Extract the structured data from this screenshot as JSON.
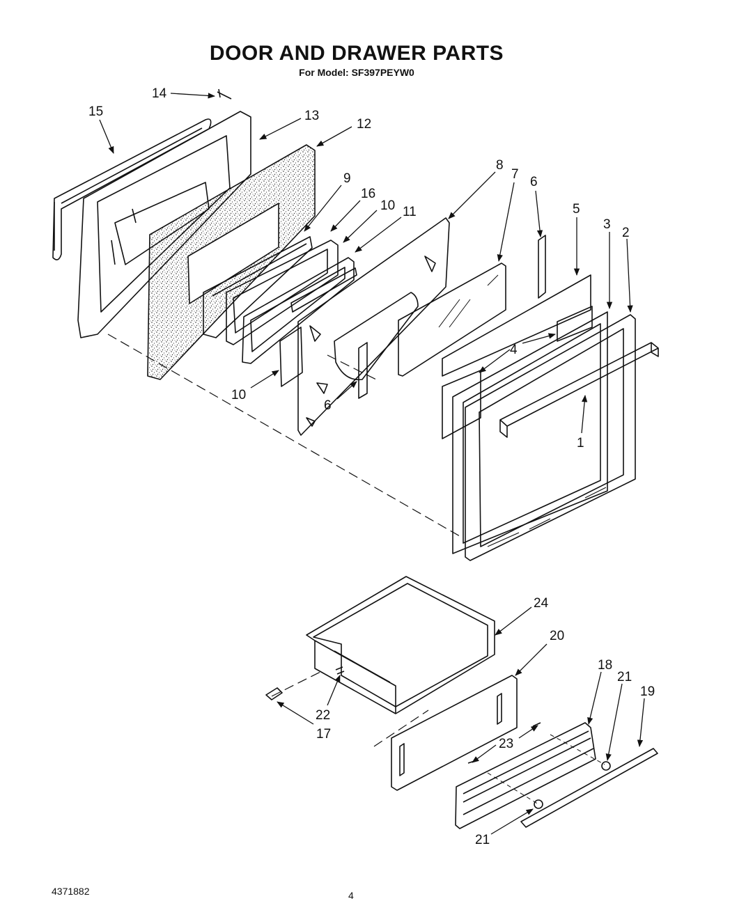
{
  "header": {
    "title": "DOOR AND DRAWER PARTS",
    "subtitle": "For Model: SF397PEYW0"
  },
  "footer": {
    "doc_number": "4371882",
    "page_number": "4"
  },
  "callouts": [
    {
      "id": "c14",
      "text": "14"
    },
    {
      "id": "c15",
      "text": "15"
    },
    {
      "id": "c13",
      "text": "13"
    },
    {
      "id": "c12",
      "text": "12"
    },
    {
      "id": "c9",
      "text": "9"
    },
    {
      "id": "c16",
      "text": "16"
    },
    {
      "id": "c10a",
      "text": "10"
    },
    {
      "id": "c11",
      "text": "11"
    },
    {
      "id": "c8",
      "text": "8"
    },
    {
      "id": "c7",
      "text": "7"
    },
    {
      "id": "c6a",
      "text": "6"
    },
    {
      "id": "c5",
      "text": "5"
    },
    {
      "id": "c3",
      "text": "3"
    },
    {
      "id": "c2",
      "text": "2"
    },
    {
      "id": "c4",
      "text": "4"
    },
    {
      "id": "c1",
      "text": "1"
    },
    {
      "id": "c10b",
      "text": "10"
    },
    {
      "id": "c6b",
      "text": "6"
    },
    {
      "id": "c24",
      "text": "24"
    },
    {
      "id": "c20",
      "text": "20"
    },
    {
      "id": "c18",
      "text": "18"
    },
    {
      "id": "c21a",
      "text": "21"
    },
    {
      "id": "c19",
      "text": "19"
    },
    {
      "id": "c22",
      "text": "22"
    },
    {
      "id": "c17",
      "text": "17"
    },
    {
      "id": "c23",
      "text": "23"
    },
    {
      "id": "c21b",
      "text": "21"
    }
  ]
}
